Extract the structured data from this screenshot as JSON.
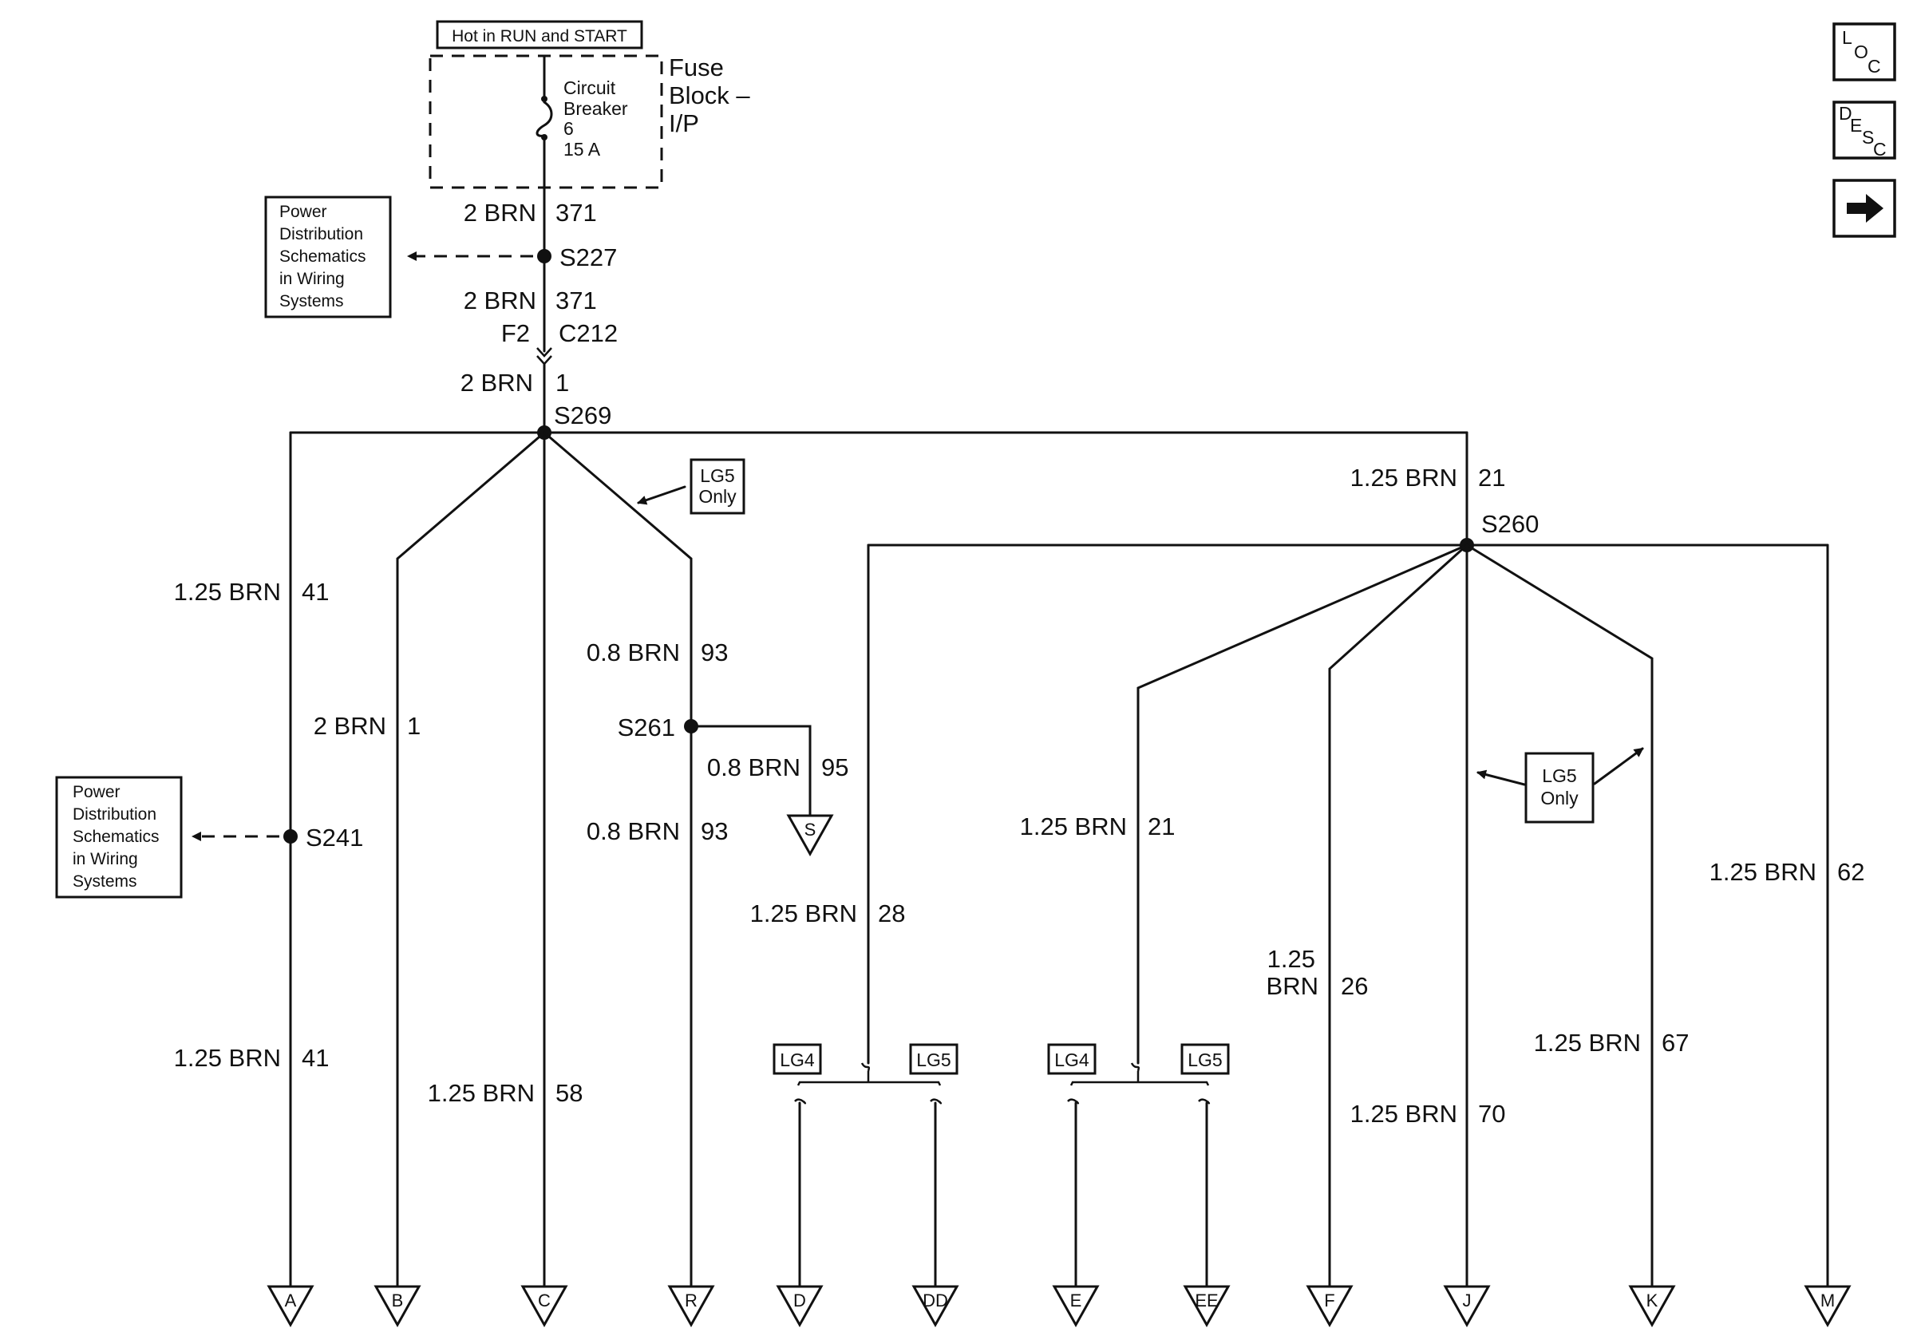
{
  "header": {
    "hot_label": "Hot in RUN and START"
  },
  "fuse_block": {
    "title_lines": [
      "Fuse",
      "Block –",
      "I/P"
    ],
    "breaker_lines": [
      "Circuit",
      "Breaker",
      "6",
      "15 A"
    ]
  },
  "references": {
    "top_lines": [
      "Power",
      "Distribution",
      "Schematics",
      "in Wiring",
      "Systems"
    ],
    "left_lines": [
      "Power",
      "Distribution",
      "Schematics",
      "in Wiring",
      "Systems"
    ]
  },
  "options": {
    "lg5_only_top": [
      "LG5",
      "Only"
    ],
    "lg5_only_right": [
      "LG5",
      "Only"
    ],
    "lg4_a": "LG4",
    "lg5_a": "LG5",
    "lg4_b": "LG4",
    "lg5_b": "LG5"
  },
  "nav": {
    "loc": [
      "L",
      "O",
      "C"
    ],
    "desc": [
      "D",
      "E",
      "S",
      "C"
    ],
    "next": "next-arrow-icon"
  },
  "splices": {
    "s227": "S227",
    "s269": "S269",
    "s260": "S260",
    "s261": "S261",
    "s241": "S241"
  },
  "connector": {
    "pin": "F2",
    "name": "C212"
  },
  "wires": {
    "trunk1": {
      "size": "2 BRN",
      "circuit": "371"
    },
    "trunk2": {
      "size": "2 BRN",
      "circuit": "371"
    },
    "trunk3": {
      "size": "2 BRN",
      "circuit": "1"
    },
    "a_top": {
      "size": "1.25 BRN",
      "circuit": "41"
    },
    "a_bot": {
      "size": "1.25 BRN",
      "circuit": "41"
    },
    "b": {
      "size": "2 BRN",
      "circuit": "1"
    },
    "c": {
      "size": "1.25 BRN",
      "circuit": "58"
    },
    "r_top": {
      "size": "0.8 BRN",
      "circuit": "93"
    },
    "r_bot": {
      "size": "0.8 BRN",
      "circuit": "93"
    },
    "s": {
      "size": "0.8 BRN",
      "circuit": "95"
    },
    "s260_feed": {
      "size": "1.25 BRN",
      "circuit": "21"
    },
    "d": {
      "size": "1.25 BRN",
      "circuit": "28"
    },
    "e": {
      "size": "1.25 BRN",
      "circuit": "21"
    },
    "f": {
      "size_line1": "1.25",
      "size_line2": "BRN",
      "circuit": "26"
    },
    "j": {
      "size": "1.25 BRN",
      "circuit": "70"
    },
    "k": {
      "size": "1.25 BRN",
      "circuit": "67"
    },
    "m": {
      "size": "1.25 BRN",
      "circuit": "62"
    }
  },
  "terminals": {
    "A": "A",
    "B": "B",
    "C": "C",
    "R": "R",
    "S": "S",
    "D": "D",
    "DD": "DD",
    "E": "E",
    "EE": "EE",
    "F": "F",
    "J": "J",
    "K": "K",
    "M": "M"
  }
}
